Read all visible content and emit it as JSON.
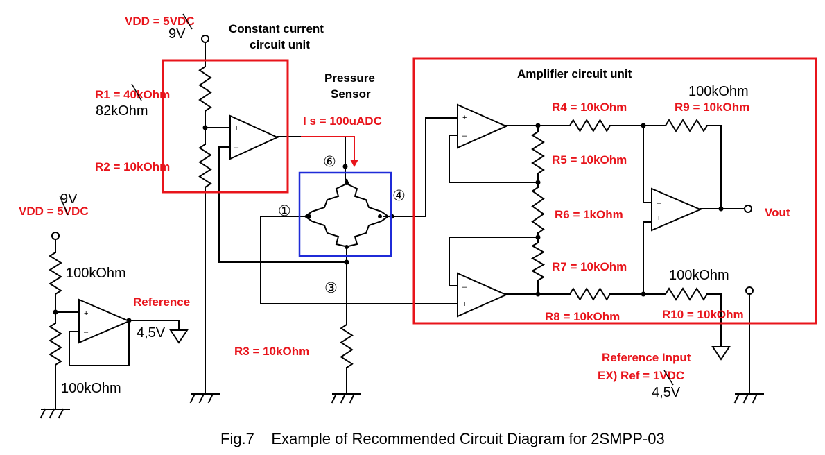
{
  "labels": {
    "vdd_top": "VDD = 5VDC",
    "vdd_top_new": "9V",
    "cc_title_1": "Constant current",
    "cc_title_2": "circuit unit",
    "r1": "R1 = 40kOhm",
    "r1_new": "82kOhm",
    "r2": "R2 = 10kOhm",
    "is": "I s = 100uADC",
    "ps_1": "Pressure",
    "ps_2": "Sensor",
    "amp_title": "Amplifier circuit unit",
    "r4": "R4 = 10kOhm",
    "r9": "R9 = 10kOhm",
    "r9_new": "100kOhm",
    "r5": "R5 = 10kOhm",
    "r6": "R6 = 1kOhm",
    "r7": "R7 = 10kOhm",
    "r8": "R8 = 10kOhm",
    "r10": "R10 = 10kOhm",
    "r10_new": "100kOhm",
    "vout": "Vout",
    "vdd_left": "VDD = 5VDC",
    "vdd_left_new": "9V",
    "left_r_top": "100kOhm",
    "left_r_bottom": "100kOhm",
    "reference": "Reference",
    "ref_voltage": "4,5V",
    "r3": "R3 = 10kOhm",
    "ref_input": "Reference Input",
    "ex_ref": "EX) Ref = 1VDC",
    "ex_ref_new": "4,5V",
    "caption": "Fig.7    Example of Recommended Circuit Diagram for 2SMPP-03"
  },
  "nodes": [
    "①",
    "③",
    "④",
    "⑥"
  ],
  "opamp_signs": {
    "plus": "+",
    "minus": "–"
  },
  "colors": {
    "label_red": "#e8141b",
    "box_red": "#e8141b",
    "box_blue": "#1f2bd8",
    "wire": "#000000"
  }
}
